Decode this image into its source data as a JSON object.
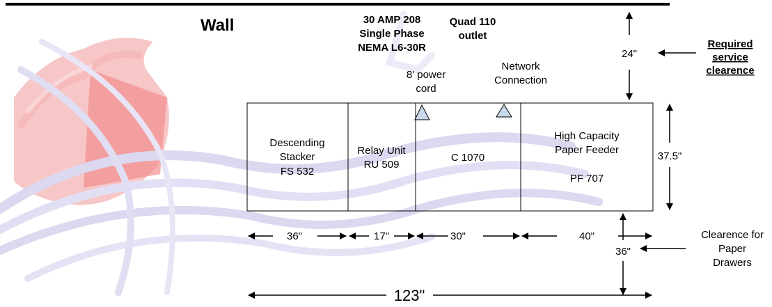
{
  "wall_label": "Wall",
  "power_spec": [
    "30 AMP 208",
    "Single Phase",
    "NEMA L6-30R"
  ],
  "outlet_spec": [
    "Quad 110",
    "outlet"
  ],
  "power_cord": [
    "8' power",
    "cord"
  ],
  "network": [
    "Network",
    "Connection"
  ],
  "service_clearance": {
    "label": [
      "Required",
      "service",
      "clearence"
    ],
    "value": "24\""
  },
  "units": [
    {
      "lines": [
        "Descending",
        "Stacker",
        "FS 532"
      ],
      "width": "36\""
    },
    {
      "lines": [
        "Relay Unit",
        "RU 509"
      ],
      "width": "17\""
    },
    {
      "lines": [
        "C 1070"
      ],
      "width": "30\""
    },
    {
      "lines": [
        "High Capacity",
        "Paper Feeder",
        "",
        "PF 707"
      ],
      "width": "40\""
    }
  ],
  "height": "37.5\"",
  "drawer_clearance": {
    "label": [
      "Clearence for",
      "Paper",
      "Drawers"
    ],
    "value": "36\""
  },
  "total_width": "123\"",
  "colors": {
    "line": "#000000",
    "marker_fill": "#c9d7ea",
    "watermark_red": "#ef9a9a",
    "watermark_blue": "#c9c6e8"
  }
}
